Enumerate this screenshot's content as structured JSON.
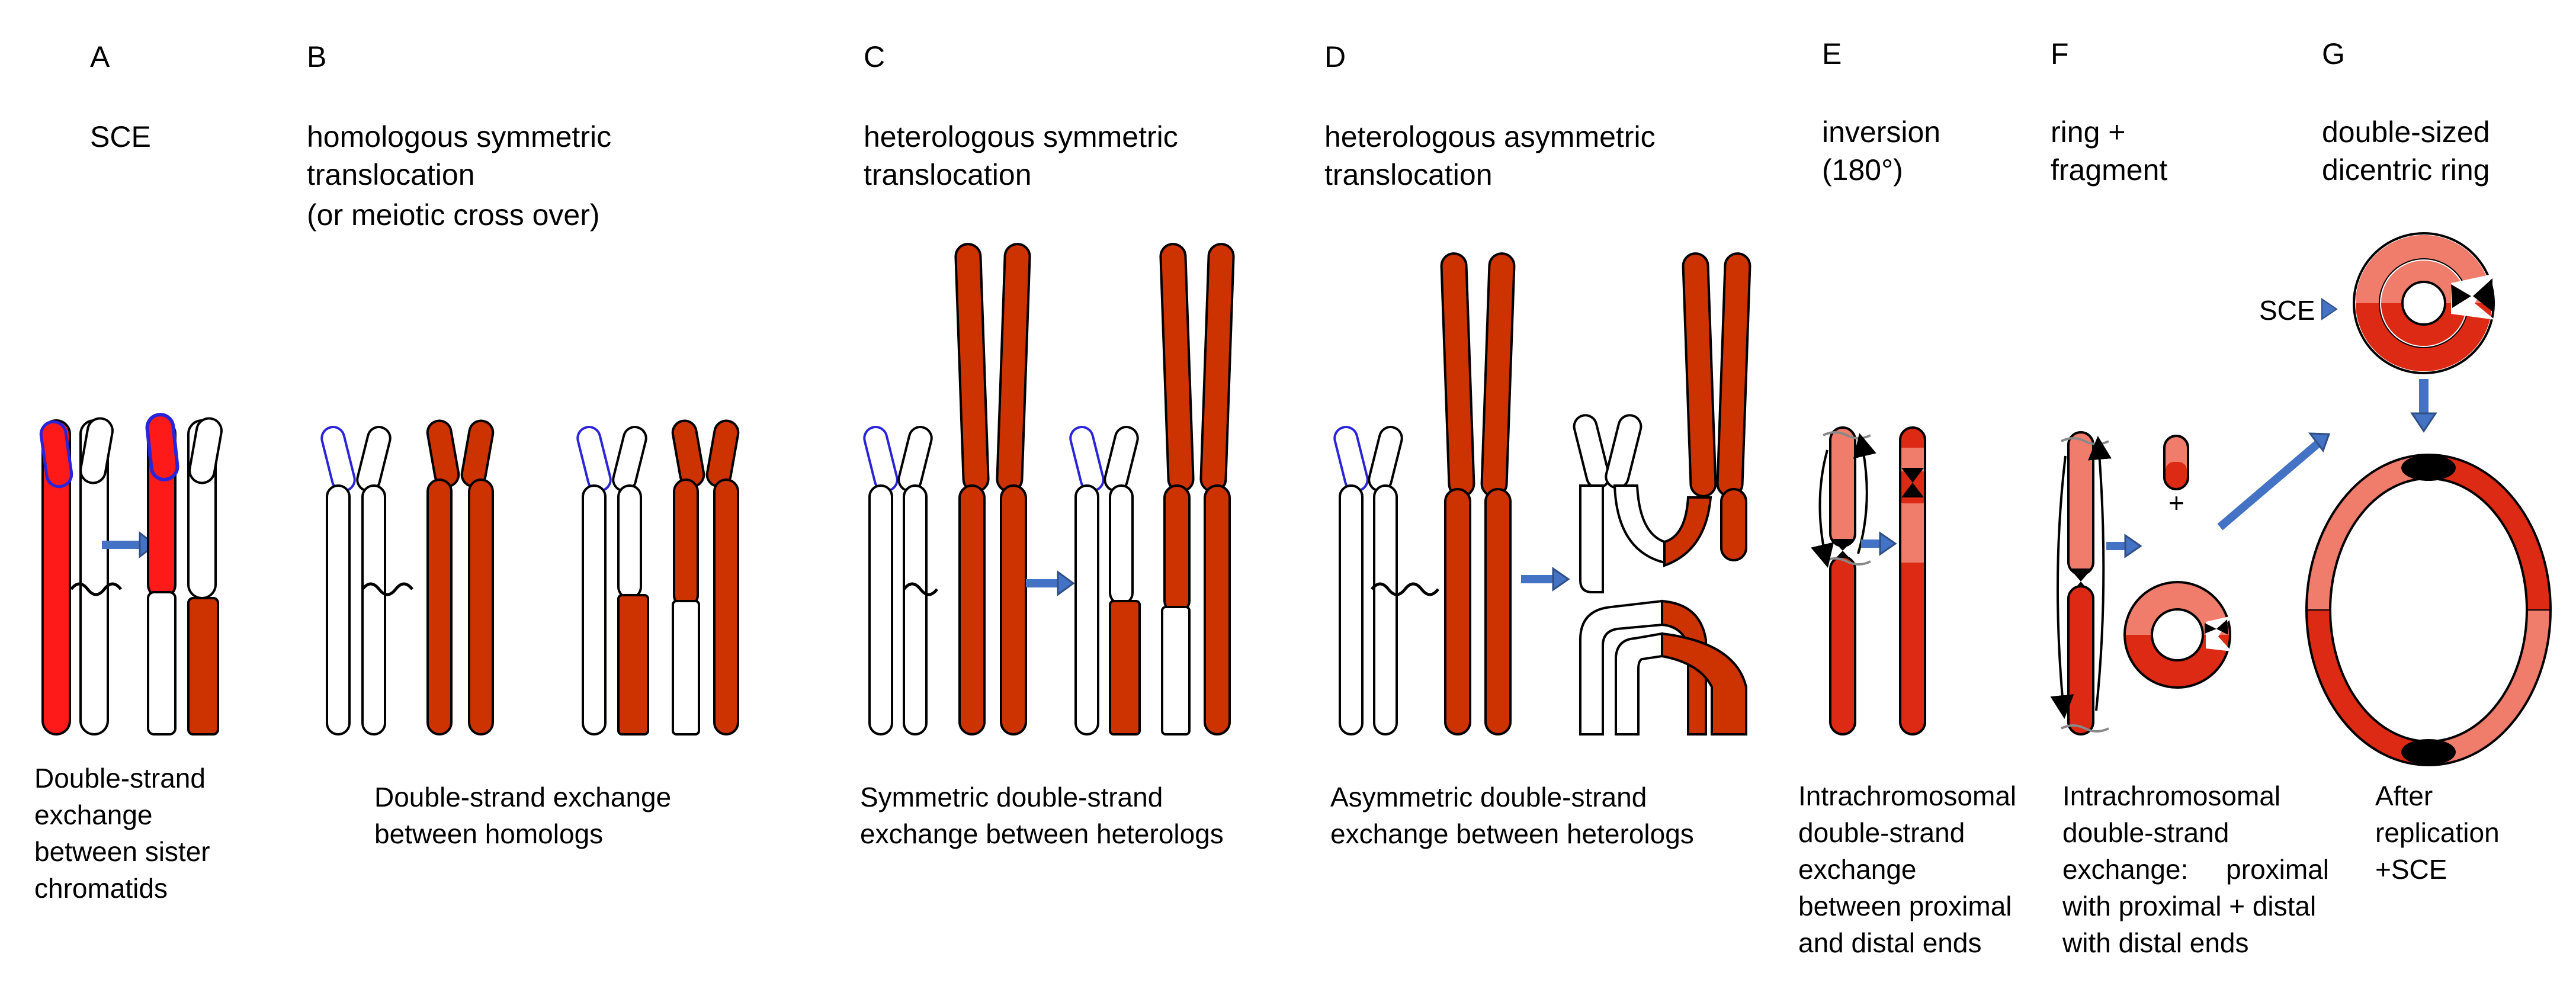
{
  "colors": {
    "red": "#ff1a1a",
    "brick": "#cc3300",
    "salmon": "#f07c6c",
    "outline_blue": "#2a24d8",
    "arrow_blue": "#4472c4",
    "black": "#000000",
    "white": "#ffffff"
  },
  "panels": [
    {
      "id": "A",
      "letter": "A",
      "title": [
        "SCE"
      ],
      "caption": [
        "Double-strand",
        "exchange",
        "between sister",
        "chromatids"
      ]
    },
    {
      "id": "B",
      "letter": "B",
      "title": [
        "homologous symmetric",
        "translocation",
        "(or meiotic cross over)"
      ],
      "caption": [
        "Double-strand exchange",
        "between homologs"
      ]
    },
    {
      "id": "C",
      "letter": "C",
      "title": [
        "heterologous symmetric",
        "translocation"
      ],
      "caption": [
        "Symmetric double-strand",
        "exchange between heterologs"
      ]
    },
    {
      "id": "D",
      "letter": "D",
      "title": [
        "heterologous asymmetric",
        "translocation"
      ],
      "caption": [
        "Asymmetric double-strand",
        "exchange between heterologs"
      ]
    },
    {
      "id": "E",
      "letter": "E",
      "title": [
        "inversion",
        "(180°)"
      ],
      "caption": [
        "Intrachromosomal",
        "double-strand",
        "exchange",
        "between proximal",
        "and distal ends"
      ]
    },
    {
      "id": "F",
      "letter": "F",
      "title": [
        "ring +",
        "fragment"
      ],
      "caption": [
        "Intrachromosomal",
        "double-strand",
        "exchange:     proximal",
        "with proximal + distal",
        "with distal ends"
      ]
    },
    {
      "id": "G",
      "letter": "G",
      "title": [
        "double-sized",
        "dicentric ring"
      ],
      "caption": [
        "After",
        "replication",
        "+SCE"
      ]
    }
  ],
  "labels": {
    "sce_pointer": "SCE",
    "plus": "+"
  }
}
